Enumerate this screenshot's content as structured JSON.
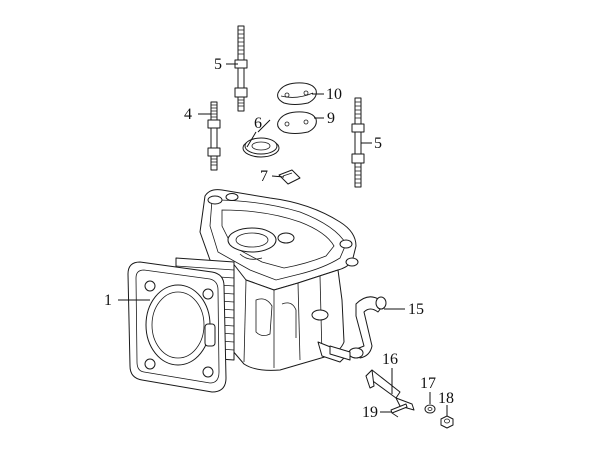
{
  "diagram": {
    "callouts": [
      {
        "id": "c1",
        "label": "1"
      },
      {
        "id": "c4",
        "label": "4"
      },
      {
        "id": "c5a",
        "label": "5"
      },
      {
        "id": "c5b",
        "label": "5"
      },
      {
        "id": "c6",
        "label": "6"
      },
      {
        "id": "c7",
        "label": "7"
      },
      {
        "id": "c9",
        "label": "9"
      },
      {
        "id": "c10",
        "label": "10"
      },
      {
        "id": "c15",
        "label": "15"
      },
      {
        "id": "c16",
        "label": "16"
      },
      {
        "id": "c17",
        "label": "17"
      },
      {
        "id": "c18",
        "label": "18"
      },
      {
        "id": "c19",
        "label": "19"
      }
    ]
  }
}
